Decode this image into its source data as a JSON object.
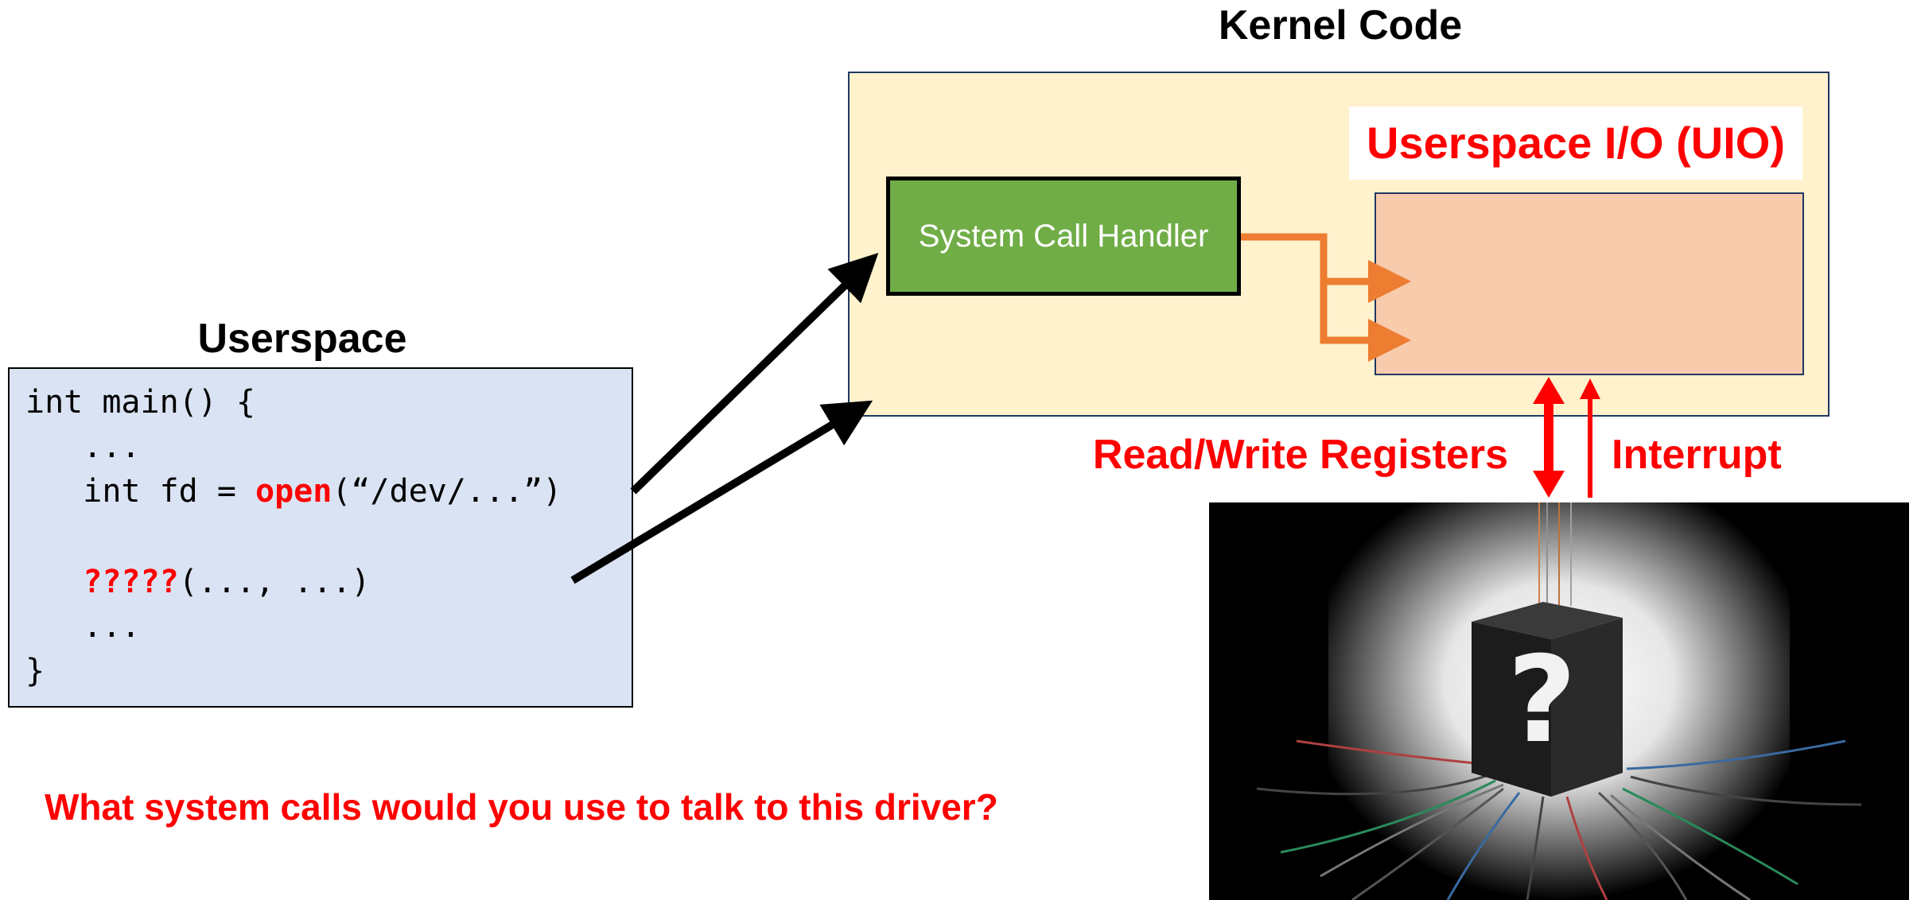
{
  "kernel": {
    "title": "Kernel Code",
    "syscall_handler_label": "System Call Handler",
    "uio_label": "Userspace I/O (UIO)"
  },
  "userspace": {
    "title": "Userspace",
    "code": {
      "line1": "int main() {",
      "line2": "   ...",
      "line3_pre": "   int fd = ",
      "line3_fn": "open",
      "line3_post": "(“/dev/...”)",
      "line4_fn": "?????",
      "line4_post": "(..., ...)",
      "line5": "   ...",
      "line6": "}"
    }
  },
  "labels": {
    "read_write": "Read/Write Registers",
    "interrupt": "Interrupt"
  },
  "question": "What system calls would you use to talk to this driver?",
  "icons": {
    "device": "mystery-device-cube-icon",
    "question_mark": "question-mark-icon"
  },
  "colors": {
    "kernel_bg": "#fff2cc",
    "userspace_bg": "#dae3f3",
    "uio_bg": "#f8cbad",
    "handler_bg": "#70ad47",
    "accent_red": "#ff0000",
    "arrow_orange": "#ed7d31"
  }
}
